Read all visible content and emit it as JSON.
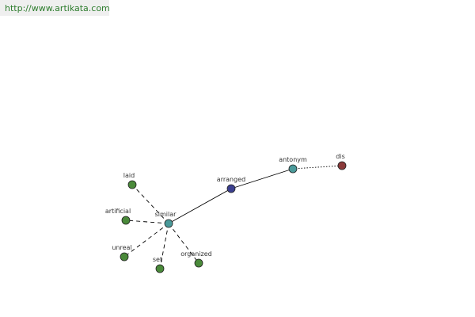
{
  "source_link": {
    "text": "http://www.artikata.com"
  },
  "graph": {
    "nodes": [
      {
        "id": "arranged",
        "label": "arranged",
        "color": "#3b3f8f"
      },
      {
        "id": "similar",
        "label": "similar",
        "color": "#4a9a9a"
      },
      {
        "id": "antonym",
        "label": "antonym",
        "color": "#4a9a9a"
      },
      {
        "id": "dis",
        "label": "dis",
        "color": "#8b3a3a"
      },
      {
        "id": "laid",
        "label": "laid",
        "color": "#4a8a3a"
      },
      {
        "id": "artificial",
        "label": "artificial",
        "color": "#4a8a3a"
      },
      {
        "id": "unreal",
        "label": "unreal",
        "color": "#4a8a3a"
      },
      {
        "id": "set",
        "label": "set",
        "color": "#4a8a3a"
      },
      {
        "id": "organized",
        "label": "organized",
        "color": "#4a8a3a"
      }
    ],
    "edges": [
      {
        "from": "arranged",
        "to": "similar",
        "style": "solid"
      },
      {
        "from": "arranged",
        "to": "antonym",
        "style": "solid"
      },
      {
        "from": "antonym",
        "to": "dis",
        "style": "dotted"
      },
      {
        "from": "similar",
        "to": "laid",
        "style": "dashed"
      },
      {
        "from": "similar",
        "to": "artificial",
        "style": "dashed"
      },
      {
        "from": "similar",
        "to": "unreal",
        "style": "dashed"
      },
      {
        "from": "similar",
        "to": "set",
        "style": "dashed"
      },
      {
        "from": "similar",
        "to": "organized",
        "style": "dashed"
      }
    ]
  }
}
